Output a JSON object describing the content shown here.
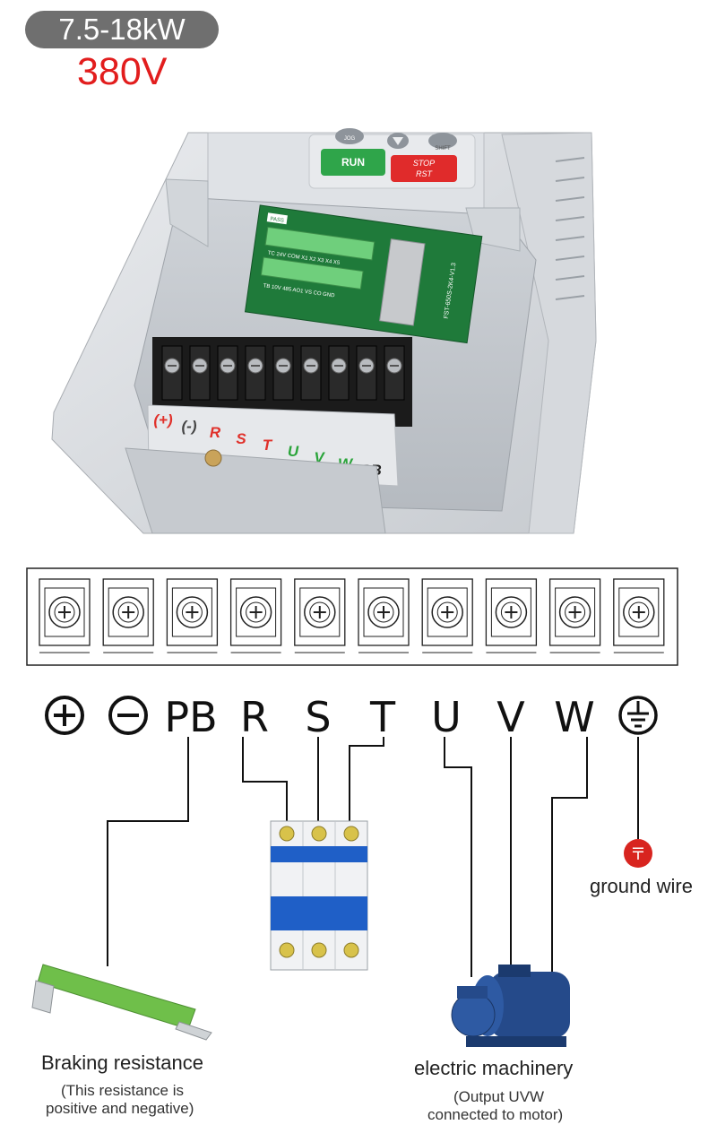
{
  "header": {
    "power_range": "7.5-18kW",
    "voltage": "380V"
  },
  "device_photo": {
    "keypad": {
      "jog": "JOG",
      "shift": "SHIFT",
      "run": "RUN",
      "stop_line1": "STOP",
      "stop_line2": "RST"
    },
    "board": {
      "pass": "PASS",
      "model": "FST-650S-2K4-V1.3"
    },
    "board_pins_top": [
      "TC",
      "24V",
      "COM",
      "X1",
      "X2",
      "X3",
      "X4",
      "X5"
    ],
    "board_pins_bottom": [
      "TB",
      "10V",
      "485",
      "AO1",
      "VS",
      "CO",
      "GND"
    ],
    "terminal_labels": [
      {
        "text": "(+)",
        "color": "#e0302a"
      },
      {
        "text": "(-)",
        "color": "#444444"
      },
      {
        "text": "R",
        "color": "#e0302a"
      },
      {
        "text": "S",
        "color": "#e0302a"
      },
      {
        "text": "T",
        "color": "#e0302a"
      },
      {
        "text": "U",
        "color": "#2aa43a"
      },
      {
        "text": "V",
        "color": "#2aa43a"
      },
      {
        "text": "W",
        "color": "#2aa43a"
      },
      {
        "text": "PB",
        "color": "#222222"
      }
    ]
  },
  "wiring": {
    "terminals": [
      "+",
      "−",
      "PB",
      "R",
      "S",
      "T",
      "U",
      "V",
      "W",
      "ground-symbol"
    ],
    "terminal_text": {
      "pb": "PB",
      "r": "R",
      "s": "S",
      "t": "T",
      "u": "U",
      "v": "V",
      "w": "W"
    },
    "ground_icon_text": "〒",
    "ground_wire": "ground wire",
    "braking_resistance": "Braking resistance",
    "braking_note_line1": "(This resistance is",
    "braking_note_line2": "positive and negative)",
    "machine": "electric machinery",
    "machine_note_line1": "(Output UVW",
    "machine_note_line2": "connected to motor)",
    "colors": {
      "breaker_blue": "#1f5fc7",
      "resistor_green": "#6fbf4a",
      "motor_blue": "#254a8a",
      "ground_red": "#d8241f"
    }
  }
}
